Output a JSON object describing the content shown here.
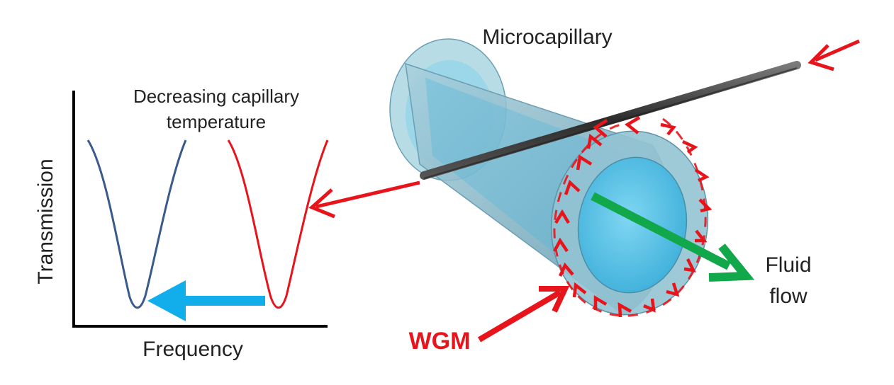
{
  "labels": {
    "microcapillary": "Microcapillary",
    "decreasing_line1": "Decreasing capillary",
    "decreasing_line2": "temperature",
    "y_axis": "Transmission",
    "x_axis": "Frequency",
    "wgm": "WGM",
    "fluid_line1": "Fluid",
    "fluid_line2": "flow"
  },
  "colors": {
    "blue_curve": "#3a5a8c",
    "red_curve": "#e8141b",
    "shift_arrow": "#12aeeb",
    "fluid_arrow": "#10a84a",
    "wgm_text": "#e8141b",
    "fiber": "#3a3a3a",
    "capillary_body": "#7fb6c8",
    "capillary_bore": "#5cc3e6"
  },
  "icons": {
    "shift": "arrow-left-icon",
    "flow": "arrow-down-right-icon"
  }
}
